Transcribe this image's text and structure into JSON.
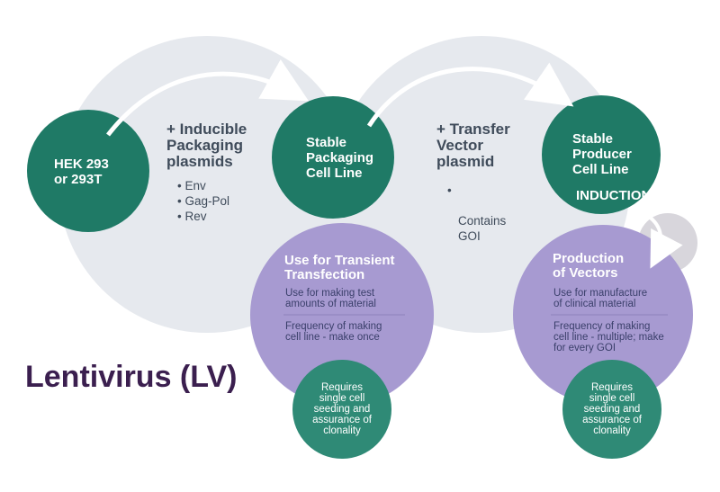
{
  "colors": {
    "green": "#1f7a66",
    "green_light": "#2f8a76",
    "purple": "#a79ad1",
    "grey_circle": "#e6e9ee",
    "title": "#3b1f4f",
    "text": "#3f4b5a"
  },
  "nodes": {
    "hek": "HEK 293\nor 293T",
    "packaging": "Stable\nPackaging\nCell Line",
    "producer": "Stable\nProducer\nCell Line"
  },
  "plus1": {
    "head": "+ Inducible\nPackaging\nplasmids",
    "items": [
      "Env",
      "Gag-Pol",
      "Rev"
    ]
  },
  "plus2": {
    "head": "+ Transfer\nVector\nplasmid",
    "items": [
      "Contains\nGOI"
    ]
  },
  "induction": "INDUCTION",
  "transient": {
    "head": "Use for Transient\nTransfection",
    "line1": "Use for making test\namounts of material",
    "line2": "Frequency of making\ncell line - make once"
  },
  "production": {
    "head": "Production\nof Vectors",
    "line1": "Use for manufacture\nof clinical material",
    "line2": "Frequency of making\ncell line - multiple; make\nfor every GOI"
  },
  "requires_left": "Requires\nsingle cell\nseeding and\nassurance of\nclonality",
  "requires_right": "Requires\nsingle cell\nseeding and\nassurance of\nclonality",
  "title": "Lentivirus (LV)"
}
